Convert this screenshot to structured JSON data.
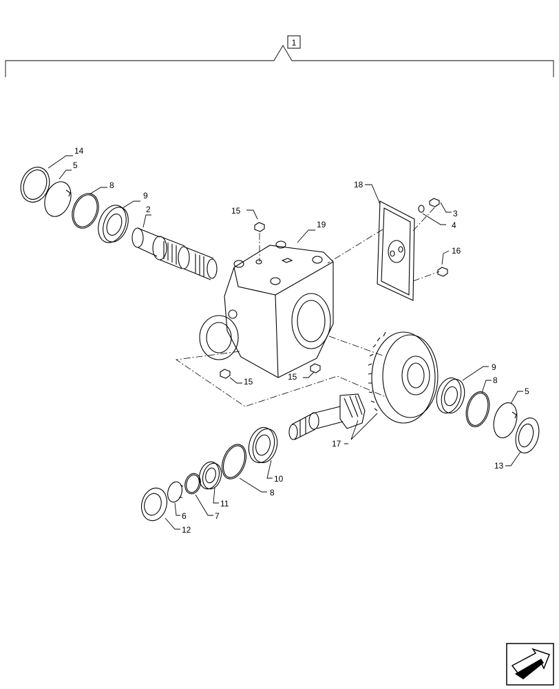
{
  "assembly_number": "1",
  "callouts": {
    "c1": "1",
    "c2": "2",
    "c3": "3",
    "c4": "4",
    "c5a": "5",
    "c5b": "5",
    "c6": "6",
    "c7": "7",
    "c8a": "8",
    "c8b": "8",
    "c8c": "8",
    "c9a": "9",
    "c9b": "9",
    "c10": "10",
    "c11": "11",
    "c12": "12",
    "c13": "13",
    "c14": "14",
    "c15a": "15",
    "c15b": "15",
    "c15c": "15",
    "c16": "16",
    "c17": "17",
    "c18": "18",
    "c19": "19"
  },
  "icons": {
    "corner": "next-page-arrow-icon"
  }
}
